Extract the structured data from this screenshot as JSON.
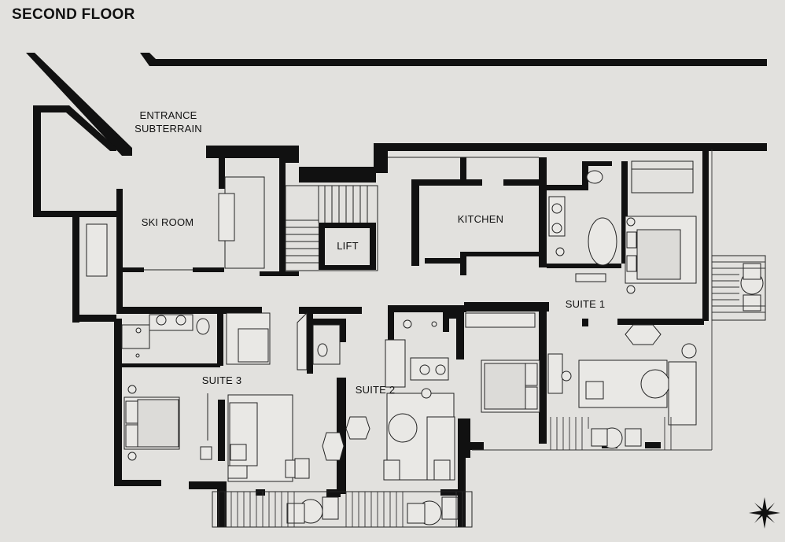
{
  "floor_title": "SECOND FLOOR",
  "rooms": {
    "entrance": [
      "ENTRANCE",
      "SUBTERRAIN"
    ],
    "ski_room": "SKI ROOM",
    "lift": "LIFT",
    "kitchen": "KITCHEN",
    "suite_1": "SUITE 1",
    "suite_2": "SUITE 2",
    "suite_3": "SUITE 3"
  },
  "icons": {
    "compass": "compass-star-icon"
  },
  "colors": {
    "background": "#e2e1de",
    "walls": "#111111"
  }
}
